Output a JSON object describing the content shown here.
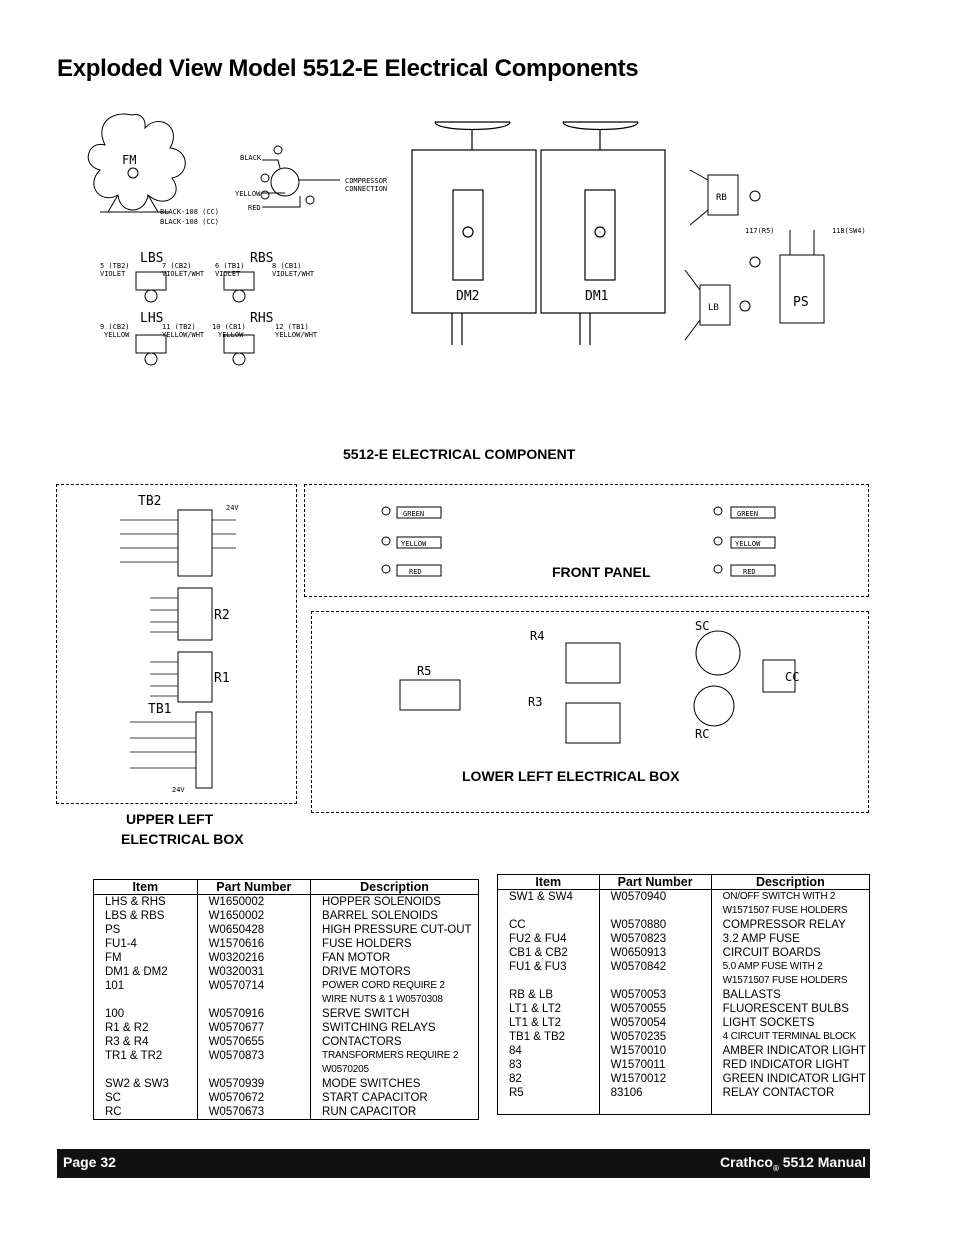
{
  "page_title": "Exploded View Model 5512-E Electrical Components",
  "captions": {
    "component": "5512-E ELECTRICAL COMPONENT",
    "front_panel": "FRONT PANEL",
    "lower_left": "LOWER LEFT ELECTRICAL BOX",
    "upper_left_1": "UPPER LEFT",
    "upper_left_2": "ELECTRICAL BOX"
  },
  "diagram_labels": {
    "fm": "FM",
    "fm_black1": "BLACK-108 (CC)",
    "fm_black2": "BLACK-108 (CC)",
    "comp_black": "BLACK",
    "comp_yellow": "YELLOW",
    "comp_red": "RED",
    "comp_conn1": "COMPRESSOR",
    "comp_conn2": "CONNECTION",
    "lbs": "LBS",
    "rbs": "RBS",
    "lhs": "LHS",
    "rhs": "RHS",
    "lbs_l": "5 (TB2)",
    "lbs_l2": "VIOLET",
    "lbs_r": "7 (CB2)",
    "lbs_r2": "VIOLET/WHT",
    "rbs_l": "6 (TB1)",
    "rbs_l2": "VIOLET",
    "rbs_r": "8 (CB1)",
    "rbs_r2": "VIOLET/WHT",
    "lhs_l": "9 (CB2)",
    "lhs_l2": "YELLOW",
    "lhs_r": "11 (TB2)",
    "lhs_r2": "YELLOW/WHT",
    "rhs_l": "10 (CB1)",
    "rhs_l2": "YELLOW",
    "rhs_r": "12 (TB1)",
    "rhs_r2": "YELLOW/WHT",
    "dm2": "DM2",
    "dm1": "DM1",
    "rb": "RB",
    "lb": "LB",
    "ps": "PS",
    "ps_l": "117(R5)",
    "ps_r": "118(SW4)",
    "tb2": "TB2",
    "r2": "R2",
    "r1": "R1",
    "tb1": "TB1",
    "r4": "R4",
    "r5": "R5",
    "r3": "R3",
    "sc": "SC",
    "cc": "CC",
    "rc": "RC",
    "green": "GREEN",
    "yellow": "YELLOW",
    "red": "RED",
    "v24": "24V"
  },
  "table_left": {
    "headers": [
      "Item",
      "Part Number",
      "Description"
    ],
    "rows": [
      [
        "LHS & RHS",
        "W1650002",
        "HOPPER SOLENOIDS"
      ],
      [
        "LBS  & RBS",
        "W1650002",
        "BARREL SOLENOIDS"
      ],
      [
        "PS",
        "W0650428",
        "HIGH PRESSURE CUT-OUT"
      ],
      [
        "FU1-4",
        "W1570616",
        "FUSE HOLDERS"
      ],
      [
        "FM",
        "W0320216",
        "FAN MOTOR"
      ],
      [
        "DM1 & DM2",
        "W0320031",
        "DRIVE MOTORS"
      ],
      [
        "101",
        "W0570714",
        "POWER CORD REQUIRE 2"
      ],
      [
        "",
        "",
        "WIRE NUTS & 1 W0570308"
      ],
      [
        "100",
        "W0570916",
        "SERVE SWITCH"
      ],
      [
        "R1 & R2",
        "W0570677",
        "SWITCHING RELAYS"
      ],
      [
        "R3 & R4",
        "W0570655",
        "CONTACTORS"
      ],
      [
        "TR1 & TR2",
        "W0570873",
        "TRANSFORMERS REQUIRE 2"
      ],
      [
        "",
        "",
        "W0570205"
      ],
      [
        "SW2 & SW3",
        "W0570939",
        "MODE SWITCHES"
      ],
      [
        "SC",
        "W0570672",
        "START CAPACITOR"
      ],
      [
        "RC",
        "W0570673",
        "RUN CAPACITOR"
      ]
    ]
  },
  "table_right": {
    "headers": [
      "Item",
      "Part Number",
      "Description"
    ],
    "rows": [
      [
        "SW1 & SW4",
        "W0570940",
        "ON/OFF SWITCH WITH 2"
      ],
      [
        "",
        "",
        "W1571507 FUSE HOLDERS"
      ],
      [
        "CC",
        "W0570880",
        "COMPRESSOR RELAY"
      ],
      [
        "FU2 & FU4",
        "W0570823",
        "3.2 AMP FUSE"
      ],
      [
        "CB1 & CB2",
        "W0650913",
        "CIRCUIT BOARDS"
      ],
      [
        "FU1 & FU3",
        "W0570842",
        "5.0 AMP FUSE WITH 2"
      ],
      [
        "",
        "",
        "W1571507 FUSE HOLDERS"
      ],
      [
        "RB & LB",
        "W0570053",
        "BALLASTS"
      ],
      [
        "LT1 & LT2",
        "W0570055",
        "FLUORESCENT BULBS"
      ],
      [
        "LT1 & LT2",
        "W0570054",
        "LIGHT SOCKETS"
      ],
      [
        "TB1 & TB2",
        "W0570235",
        "4 CIRCUIT TERMINAL BLOCK"
      ],
      [
        "84",
        "W1570010",
        "AMBER INDICATOR LIGHT"
      ],
      [
        "83",
        "W1570011",
        "RED INDICATOR LIGHT"
      ],
      [
        "82",
        "W1570012",
        "GREEN INDICATOR LIGHT"
      ],
      [
        "R5",
        "83106",
        "RELAY CONTACTOR"
      ],
      [
        "",
        "",
        ""
      ]
    ]
  },
  "footer": {
    "page": "Page 32",
    "brand": "Crathco",
    "reg": "®",
    "manual": " 5512 Manual"
  }
}
